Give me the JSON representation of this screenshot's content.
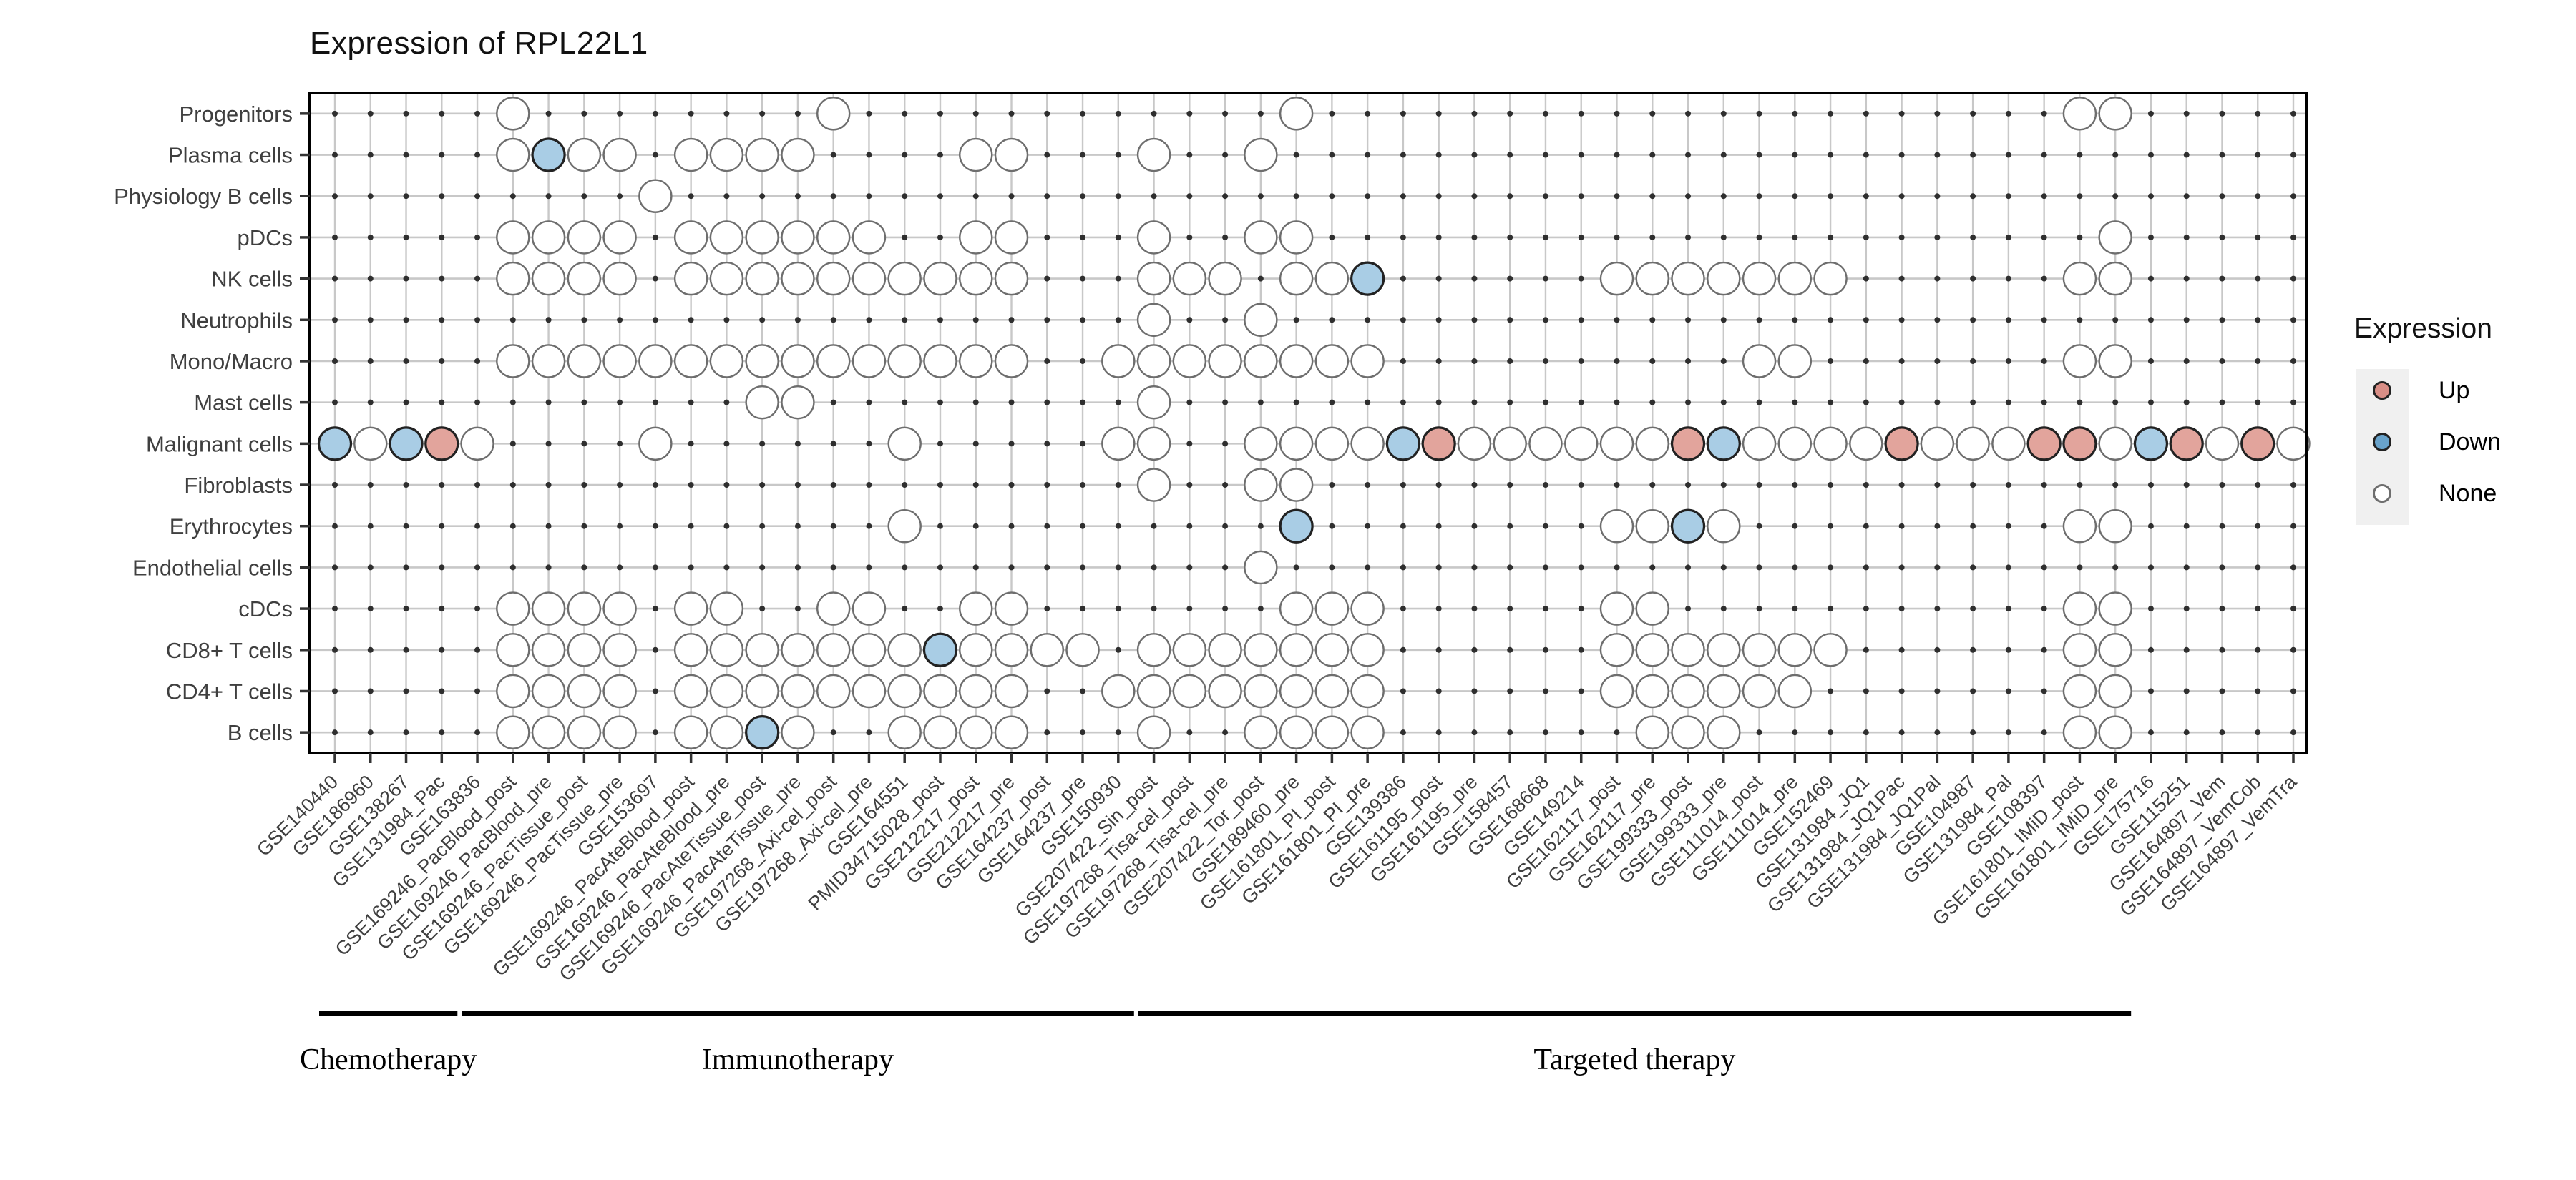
{
  "title": "Expression of RPL22L1",
  "legend": {
    "title": "Expression",
    "items": [
      {
        "label": "Up",
        "state": "up"
      },
      {
        "label": "Down",
        "state": "down"
      },
      {
        "label": "None",
        "state": "none"
      }
    ]
  },
  "colors": {
    "up_fill": "#E2A49C",
    "down_fill": "#A9CDE5",
    "none_fill": "#FFFFFF",
    "legend_up_fill": "#D98E86",
    "legend_down_fill": "#69A3CB",
    "colored_stroke": "#222222",
    "none_stroke": "#6E6E6E",
    "grid": "#C8C8C8",
    "intersection_dot": "#2F2F2F",
    "panel_border": "#000000",
    "tick": "#333333",
    "axis_label": "#3F3F3F",
    "group_bar": "#000000",
    "legend_strip": "#F0F0F0"
  },
  "chart_data": {
    "type": "scatter",
    "subtype": "categorical-dot-matrix",
    "title": "Expression of RPL22L1",
    "xlabel": "",
    "ylabel": "",
    "grid": true,
    "legend_position": "right",
    "x_categories": [
      "GSE140440",
      "GSE186960",
      "GSE138267",
      "GSE131984_Pac",
      "GSE163836",
      "GSE169246_PacBlood_post",
      "GSE169246_PacBlood_pre",
      "GSE169246_PacTissue_post",
      "GSE169246_PacTissue_pre",
      "GSE153697",
      "GSE169246_PacAteBlood_post",
      "GSE169246_PacAteBlood_pre",
      "GSE169246_PacAteTissue_post",
      "GSE169246_PacAteTissue_pre",
      "GSE197268_Axi-cel_post",
      "GSE197268_Axi-cel_pre",
      "GSE164551",
      "PMID34715028_post",
      "GSE212217_post",
      "GSE212217_pre",
      "GSE164237_post",
      "GSE164237_pre",
      "GSE150930",
      "GSE207422_Sin_post",
      "GSE197268_Tisa-cel_post",
      "GSE197268_Tisa-cel_pre",
      "GSE207422_Tor_post",
      "GSE189460_pre",
      "GSE161801_PI_post",
      "GSE161801_PI_pre",
      "GSE139386",
      "GSE161195_post",
      "GSE161195_pre",
      "GSE158457",
      "GSE168668",
      "GSE149214",
      "GSE162117_post",
      "GSE162117_pre",
      "GSE199333_post",
      "GSE199333_pre",
      "GSE111014_post",
      "GSE111014_pre",
      "GSE152469",
      "GSE131984_JQ1",
      "GSE131984_JQ1Pac",
      "GSE131984_JQ1Pal",
      "GSE104987",
      "GSE131984_Pal",
      "GSE108397",
      "GSE161801_IMiD_post",
      "GSE161801_IMiD_pre",
      "GSE175716",
      "GSE115251",
      "GSE164897_Vem",
      "GSE164897_VemCob",
      "GSE164897_VemTra"
    ],
    "y_categories": [
      "Progenitors",
      "Plasma cells",
      "Physiology B cells",
      "pDCs",
      "NK cells",
      "Neutrophils",
      "Mono/Macro",
      "Mast cells",
      "Malignant cells",
      "Fibroblasts",
      "Erythrocytes",
      "Endothelial cells",
      "cDCs",
      "CD8+ T cells",
      "CD4+ T cells",
      "B cells"
    ],
    "groups": [
      {
        "label": "Chemotherapy",
        "from": 1,
        "to": 4
      },
      {
        "label": "Immunotherapy",
        "from": 5,
        "to": 23
      },
      {
        "label": "Targeted therapy",
        "from": 24,
        "to": 51
      }
    ],
    "series": [
      {
        "row": "Progenitors",
        "dots": [
          [
            6,
            "none"
          ],
          [
            15,
            "none"
          ],
          [
            28,
            "none"
          ],
          [
            50,
            "none"
          ],
          [
            51,
            "none"
          ]
        ]
      },
      {
        "row": "Plasma cells",
        "dots": [
          [
            6,
            "none"
          ],
          [
            7,
            "down"
          ],
          [
            8,
            "none"
          ],
          [
            9,
            "none"
          ],
          [
            11,
            "none"
          ],
          [
            12,
            "none"
          ],
          [
            13,
            "none"
          ],
          [
            14,
            "none"
          ],
          [
            19,
            "none"
          ],
          [
            20,
            "none"
          ],
          [
            24,
            "none"
          ],
          [
            27,
            "none"
          ]
        ]
      },
      {
        "row": "Physiology B cells",
        "dots": [
          [
            10,
            "none"
          ]
        ]
      },
      {
        "row": "pDCs",
        "dots": [
          [
            6,
            "none"
          ],
          [
            7,
            "none"
          ],
          [
            8,
            "none"
          ],
          [
            9,
            "none"
          ],
          [
            11,
            "none"
          ],
          [
            12,
            "none"
          ],
          [
            13,
            "none"
          ],
          [
            14,
            "none"
          ],
          [
            15,
            "none"
          ],
          [
            16,
            "none"
          ],
          [
            19,
            "none"
          ],
          [
            20,
            "none"
          ],
          [
            24,
            "none"
          ],
          [
            27,
            "none"
          ],
          [
            28,
            "none"
          ],
          [
            51,
            "none"
          ]
        ]
      },
      {
        "row": "NK cells",
        "dots": [
          [
            6,
            "none"
          ],
          [
            7,
            "none"
          ],
          [
            8,
            "none"
          ],
          [
            9,
            "none"
          ],
          [
            11,
            "none"
          ],
          [
            12,
            "none"
          ],
          [
            13,
            "none"
          ],
          [
            14,
            "none"
          ],
          [
            15,
            "none"
          ],
          [
            16,
            "none"
          ],
          [
            17,
            "none"
          ],
          [
            18,
            "none"
          ],
          [
            19,
            "none"
          ],
          [
            20,
            "none"
          ],
          [
            24,
            "none"
          ],
          [
            25,
            "none"
          ],
          [
            26,
            "none"
          ],
          [
            28,
            "none"
          ],
          [
            29,
            "none"
          ],
          [
            30,
            "down"
          ],
          [
            37,
            "none"
          ],
          [
            38,
            "none"
          ],
          [
            39,
            "none"
          ],
          [
            40,
            "none"
          ],
          [
            41,
            "none"
          ],
          [
            42,
            "none"
          ],
          [
            43,
            "none"
          ],
          [
            50,
            "none"
          ],
          [
            51,
            "none"
          ]
        ]
      },
      {
        "row": "Neutrophils",
        "dots": [
          [
            24,
            "none"
          ],
          [
            27,
            "none"
          ]
        ]
      },
      {
        "row": "Mono/Macro",
        "dots": [
          [
            6,
            "none"
          ],
          [
            7,
            "none"
          ],
          [
            8,
            "none"
          ],
          [
            9,
            "none"
          ],
          [
            10,
            "none"
          ],
          [
            11,
            "none"
          ],
          [
            12,
            "none"
          ],
          [
            13,
            "none"
          ],
          [
            14,
            "none"
          ],
          [
            15,
            "none"
          ],
          [
            16,
            "none"
          ],
          [
            17,
            "none"
          ],
          [
            18,
            "none"
          ],
          [
            19,
            "none"
          ],
          [
            20,
            "none"
          ],
          [
            23,
            "none"
          ],
          [
            24,
            "none"
          ],
          [
            25,
            "none"
          ],
          [
            26,
            "none"
          ],
          [
            27,
            "none"
          ],
          [
            28,
            "none"
          ],
          [
            29,
            "none"
          ],
          [
            30,
            "none"
          ],
          [
            41,
            "none"
          ],
          [
            42,
            "none"
          ],
          [
            50,
            "none"
          ],
          [
            51,
            "none"
          ]
        ]
      },
      {
        "row": "Mast cells",
        "dots": [
          [
            13,
            "none"
          ],
          [
            14,
            "none"
          ],
          [
            24,
            "none"
          ]
        ]
      },
      {
        "row": "Malignant cells",
        "dots": [
          [
            1,
            "down"
          ],
          [
            2,
            "none"
          ],
          [
            3,
            "down"
          ],
          [
            4,
            "up"
          ],
          [
            5,
            "none"
          ],
          [
            10,
            "none"
          ],
          [
            17,
            "none"
          ],
          [
            23,
            "none"
          ],
          [
            24,
            "none"
          ],
          [
            27,
            "none"
          ],
          [
            28,
            "none"
          ],
          [
            29,
            "none"
          ],
          [
            30,
            "none"
          ],
          [
            31,
            "down"
          ],
          [
            32,
            "up"
          ],
          [
            33,
            "none"
          ],
          [
            34,
            "none"
          ],
          [
            35,
            "none"
          ],
          [
            36,
            "none"
          ],
          [
            37,
            "none"
          ],
          [
            38,
            "none"
          ],
          [
            39,
            "up"
          ],
          [
            40,
            "down"
          ],
          [
            41,
            "none"
          ],
          [
            42,
            "none"
          ],
          [
            43,
            "none"
          ],
          [
            44,
            "none"
          ],
          [
            45,
            "up"
          ],
          [
            46,
            "none"
          ],
          [
            47,
            "none"
          ],
          [
            48,
            "none"
          ],
          [
            49,
            "up"
          ],
          [
            50,
            "up"
          ],
          [
            51,
            "none"
          ],
          [
            52,
            "down"
          ],
          [
            53,
            "up"
          ],
          [
            54,
            "none"
          ],
          [
            55,
            "up"
          ],
          [
            56,
            "none"
          ]
        ]
      },
      {
        "row": "Fibroblasts",
        "dots": [
          [
            24,
            "none"
          ],
          [
            27,
            "none"
          ],
          [
            28,
            "none"
          ]
        ]
      },
      {
        "row": "Erythrocytes",
        "dots": [
          [
            17,
            "none"
          ],
          [
            28,
            "down"
          ],
          [
            37,
            "none"
          ],
          [
            38,
            "none"
          ],
          [
            39,
            "down"
          ],
          [
            40,
            "none"
          ],
          [
            50,
            "none"
          ],
          [
            51,
            "none"
          ]
        ]
      },
      {
        "row": "Endothelial cells",
        "dots": [
          [
            27,
            "none"
          ]
        ]
      },
      {
        "row": "cDCs",
        "dots": [
          [
            6,
            "none"
          ],
          [
            7,
            "none"
          ],
          [
            8,
            "none"
          ],
          [
            9,
            "none"
          ],
          [
            11,
            "none"
          ],
          [
            12,
            "none"
          ],
          [
            15,
            "none"
          ],
          [
            16,
            "none"
          ],
          [
            19,
            "none"
          ],
          [
            20,
            "none"
          ],
          [
            28,
            "none"
          ],
          [
            29,
            "none"
          ],
          [
            30,
            "none"
          ],
          [
            37,
            "none"
          ],
          [
            38,
            "none"
          ],
          [
            50,
            "none"
          ],
          [
            51,
            "none"
          ]
        ]
      },
      {
        "row": "CD8+ T cells",
        "dots": [
          [
            6,
            "none"
          ],
          [
            7,
            "none"
          ],
          [
            8,
            "none"
          ],
          [
            9,
            "none"
          ],
          [
            11,
            "none"
          ],
          [
            12,
            "none"
          ],
          [
            13,
            "none"
          ],
          [
            14,
            "none"
          ],
          [
            15,
            "none"
          ],
          [
            16,
            "none"
          ],
          [
            17,
            "none"
          ],
          [
            18,
            "down"
          ],
          [
            19,
            "none"
          ],
          [
            20,
            "none"
          ],
          [
            21,
            "none"
          ],
          [
            22,
            "none"
          ],
          [
            24,
            "none"
          ],
          [
            25,
            "none"
          ],
          [
            26,
            "none"
          ],
          [
            27,
            "none"
          ],
          [
            28,
            "none"
          ],
          [
            29,
            "none"
          ],
          [
            30,
            "none"
          ],
          [
            37,
            "none"
          ],
          [
            38,
            "none"
          ],
          [
            39,
            "none"
          ],
          [
            40,
            "none"
          ],
          [
            41,
            "none"
          ],
          [
            42,
            "none"
          ],
          [
            43,
            "none"
          ],
          [
            50,
            "none"
          ],
          [
            51,
            "none"
          ]
        ]
      },
      {
        "row": "CD4+ T cells",
        "dots": [
          [
            6,
            "none"
          ],
          [
            7,
            "none"
          ],
          [
            8,
            "none"
          ],
          [
            9,
            "none"
          ],
          [
            11,
            "none"
          ],
          [
            12,
            "none"
          ],
          [
            13,
            "none"
          ],
          [
            14,
            "none"
          ],
          [
            15,
            "none"
          ],
          [
            16,
            "none"
          ],
          [
            17,
            "none"
          ],
          [
            18,
            "none"
          ],
          [
            19,
            "none"
          ],
          [
            20,
            "none"
          ],
          [
            23,
            "none"
          ],
          [
            24,
            "none"
          ],
          [
            25,
            "none"
          ],
          [
            26,
            "none"
          ],
          [
            27,
            "none"
          ],
          [
            28,
            "none"
          ],
          [
            29,
            "none"
          ],
          [
            30,
            "none"
          ],
          [
            37,
            "none"
          ],
          [
            38,
            "none"
          ],
          [
            39,
            "none"
          ],
          [
            40,
            "none"
          ],
          [
            41,
            "none"
          ],
          [
            42,
            "none"
          ],
          [
            50,
            "none"
          ],
          [
            51,
            "none"
          ]
        ]
      },
      {
        "row": "B cells",
        "dots": [
          [
            6,
            "none"
          ],
          [
            7,
            "none"
          ],
          [
            8,
            "none"
          ],
          [
            9,
            "none"
          ],
          [
            11,
            "none"
          ],
          [
            12,
            "none"
          ],
          [
            13,
            "down"
          ],
          [
            14,
            "none"
          ],
          [
            17,
            "none"
          ],
          [
            18,
            "none"
          ],
          [
            19,
            "none"
          ],
          [
            20,
            "none"
          ],
          [
            24,
            "none"
          ],
          [
            27,
            "none"
          ],
          [
            28,
            "none"
          ],
          [
            29,
            "none"
          ],
          [
            30,
            "none"
          ],
          [
            38,
            "none"
          ],
          [
            39,
            "none"
          ],
          [
            40,
            "none"
          ],
          [
            50,
            "none"
          ],
          [
            51,
            "none"
          ]
        ]
      }
    ]
  }
}
